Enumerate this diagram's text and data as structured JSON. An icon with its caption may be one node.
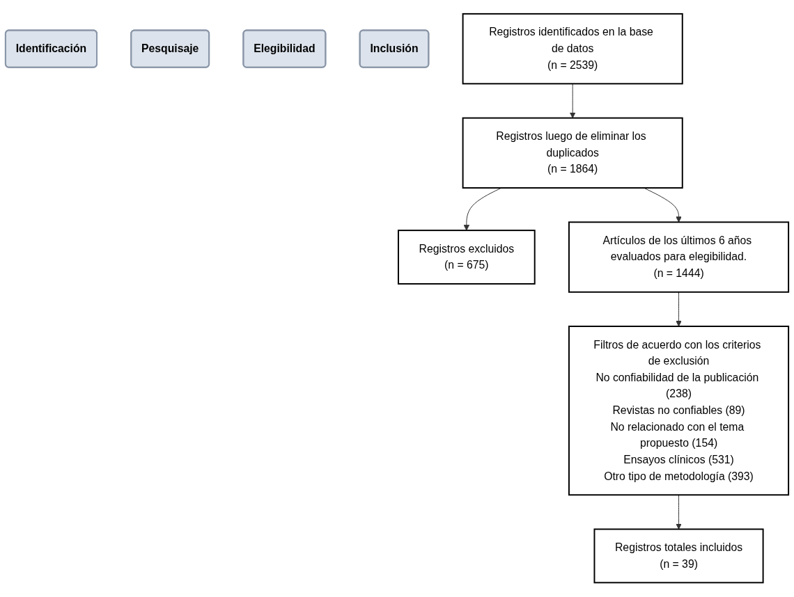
{
  "diagram": {
    "nodes": [
      {
        "text": [
          "Identificación"
        ]
      },
      {
        "text": [
          "Pesquisaje"
        ]
      },
      {
        "text": [
          "Elegibilidad"
        ]
      },
      {
        "text": [
          "Inclusión"
        ]
      },
      {
        "text": [
          "Registros identificados en la base de datos",
          "(n = 2539)"
        ]
      },
      {
        "text": [
          "Registros luego de eliminar los duplicados",
          "(n = 1864)"
        ]
      },
      {
        "text": [
          "Registros excluidos",
          "(n = 675)"
        ]
      },
      {
        "text": [
          "Artículos de los últimos 6 años evaluados para elegibilidad.",
          "(n = 1444)"
        ]
      },
      {
        "text": [
          "Filtros de acuerdo con los criterios de exclusión",
          "No confiabilidad de la publicación (238)",
          "Revistas no confiables (89)",
          "No relacionado con el tema propuesto (154)",
          "Ensayos clínicos (531)",
          "Otro tipo de metodología (393)"
        ]
      },
      {
        "text": [
          "Registros totales incluidos",
          "(n = 39)"
        ]
      }
    ],
    "edges": [
      {
        "from": 4,
        "to": 5,
        "arrow": "to"
      },
      {
        "from": 5,
        "to": 6,
        "arrow": "to"
      },
      {
        "from": 5,
        "to": 7,
        "arrow": "to"
      },
      {
        "from": 7,
        "to": 8,
        "arrow": "to"
      },
      {
        "from": 8,
        "to": 9,
        "arrow": "to"
      }
    ]
  }
}
